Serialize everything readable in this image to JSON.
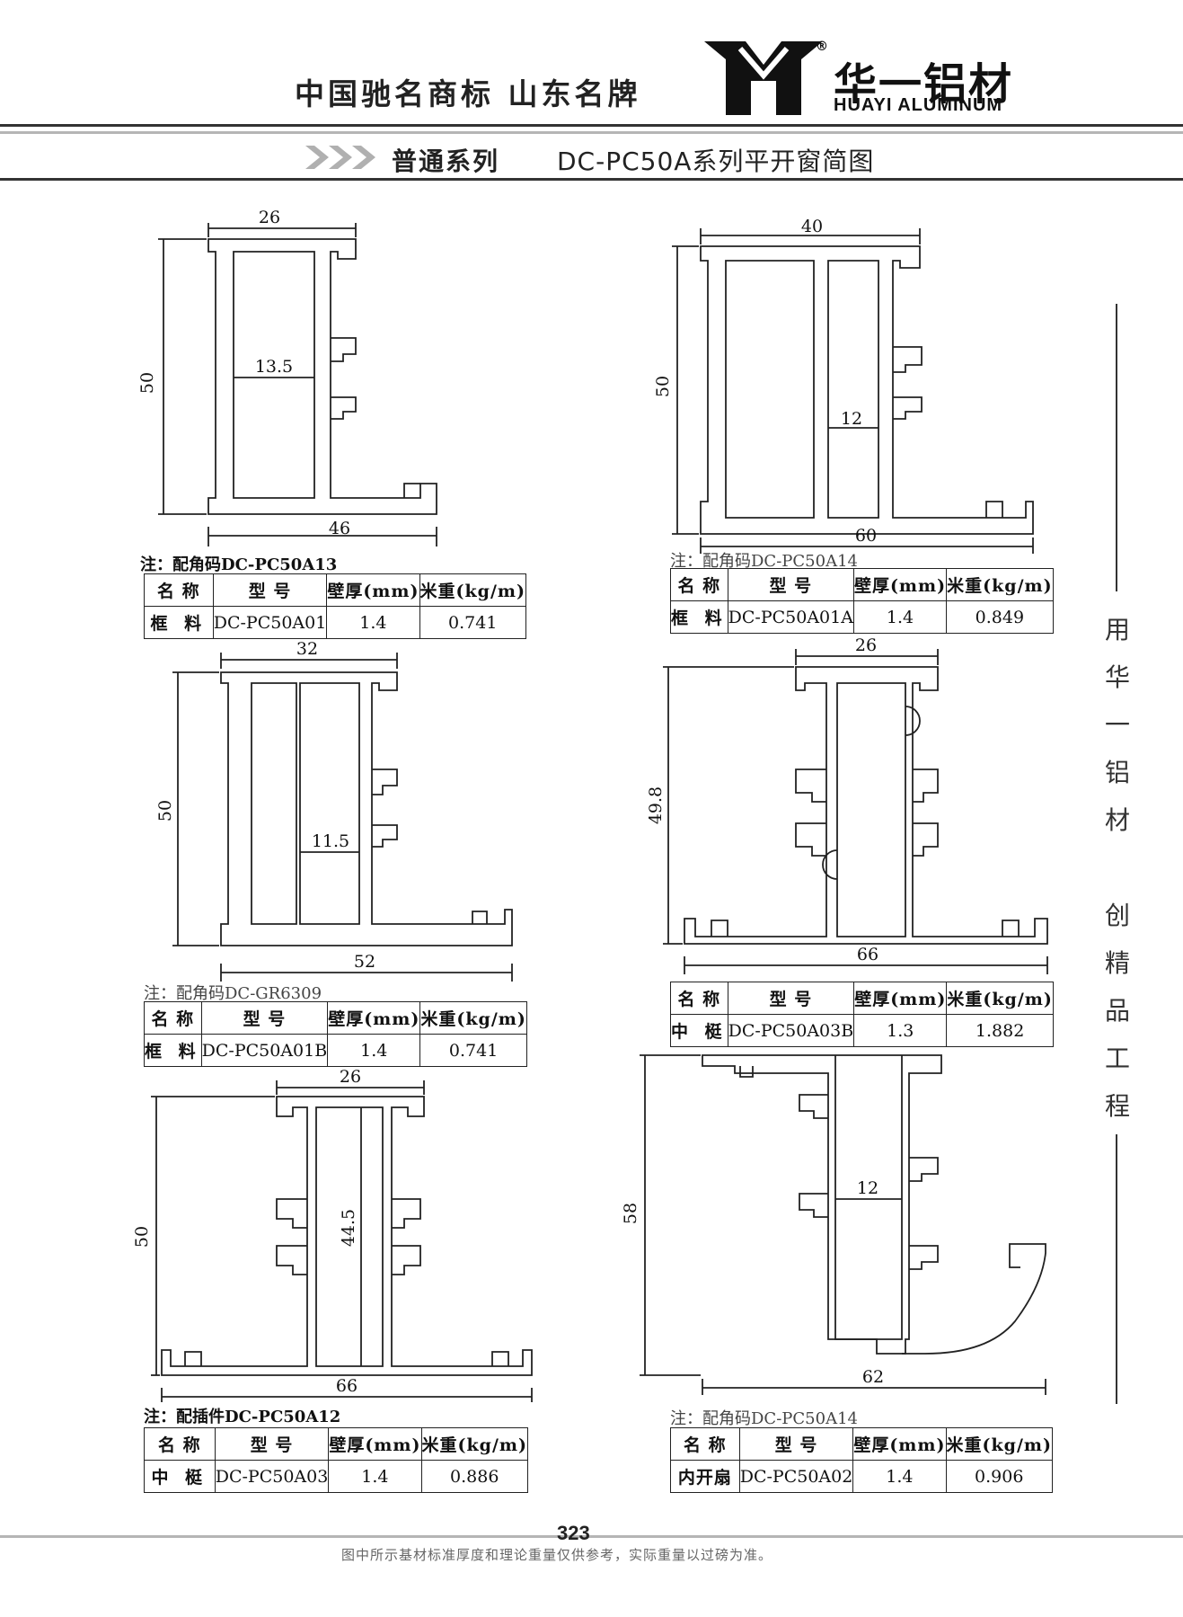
{
  "header": {
    "slogan": "中国驰名商标  山东名牌",
    "brand_cn": "华一铝材",
    "brand_en": "HUAYI ALUMINUM",
    "logo_mark_text": "华 一",
    "registered": "®"
  },
  "title_bar": {
    "series": "普通系列",
    "title": "DC-PC50A系列平开窗简图"
  },
  "side_slogan": [
    "用",
    "华",
    "一",
    "铝",
    "材",
    "",
    "创",
    "精",
    "品",
    "工",
    "程"
  ],
  "table_headers": {
    "name": "名 称",
    "model": "型 号",
    "thickness": "壁厚(mm)",
    "weight": "米重(kg/m)"
  },
  "profiles": [
    {
      "id": "p1",
      "dims": {
        "top": "26",
        "height": "50",
        "inner": "13.5",
        "bottom": "46"
      },
      "note": "注：配角码DC-PC50A13",
      "name": "框 料",
      "model": "DC-PC50A01",
      "thickness": "1.4",
      "weight": "0.741"
    },
    {
      "id": "p2",
      "dims": {
        "top": "40",
        "height": "50",
        "inner": "12",
        "bottom": "60"
      },
      "note": "注：配角码DC-PC50A14",
      "name": "框 料",
      "model": "DC-PC50A01A",
      "thickness": "1.4",
      "weight": "0.849"
    },
    {
      "id": "p3",
      "dims": {
        "top": "32",
        "height": "50",
        "inner": "11.5",
        "bottom": "52"
      },
      "note": "注：配角码DC-GR6309",
      "name": "框 料",
      "model": "DC-PC50A01B",
      "thickness": "1.4",
      "weight": "0.741"
    },
    {
      "id": "p4",
      "dims": {
        "top": "26",
        "height": "49.8",
        "bottom": "66"
      },
      "note": "",
      "name": "中 梃",
      "model": "DC-PC50A03B",
      "thickness": "1.3",
      "weight": "1.882"
    },
    {
      "id": "p5",
      "dims": {
        "top": "26",
        "height": "50",
        "inner": "44.5",
        "bottom": "66"
      },
      "note": "注：配插件DC-PC50A12",
      "name": "中 梃",
      "model": "DC-PC50A03",
      "thickness": "1.4",
      "weight": "0.886"
    },
    {
      "id": "p6",
      "dims": {
        "height": "58",
        "inner": "12",
        "bottom": "62"
      },
      "note": "注：配角码DC-PC50A14",
      "name": "内开扇",
      "model": "DC-PC50A02",
      "thickness": "1.4",
      "weight": "0.906"
    }
  ],
  "footer": {
    "page_number": "323",
    "footnote": "图中所示基材标准厚度和理论重量仅供参考，实际重量以过磅为准。"
  }
}
